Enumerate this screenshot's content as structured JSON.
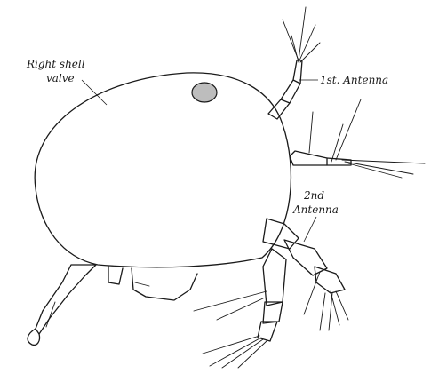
{
  "labels": {
    "right_shell_valve_line1": "Right shell",
    "right_shell_valve_line2": "valve",
    "first_antenna": "1st. Antenna",
    "second_antenna_line1": "2nd",
    "second_antenna_line2": "Antenna"
  },
  "colors": {
    "ink": "#1a1a1a",
    "eye_fill": "#bdbdbd",
    "background": "#ffffff"
  }
}
